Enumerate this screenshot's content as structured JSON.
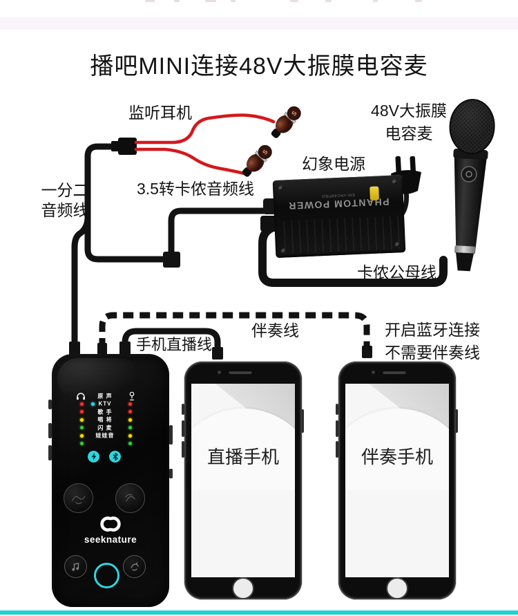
{
  "page": {
    "title": "播吧MINI连接48V大振膜电容麦"
  },
  "labels": {
    "monitor_headphones": "监听耳机",
    "condenser_mic_line1": "48V大振膜",
    "condenser_mic_line2": "电容麦",
    "phantom_power": "幻象电源",
    "splitter_line1": "一分二",
    "splitter_line2": "音频线",
    "trs_to_xlr_cable": "3.5转卡侬音频线",
    "xlr_male_female_cable": "卡侬公母线",
    "accompaniment_cable": "伴奏线",
    "phone_live_cable": "手机直播线",
    "bluetooth_line1": "开启蓝牙连接",
    "bluetooth_line2": "不需要伴奏线"
  },
  "phantom_box": {
    "title": "PHANTOM POWER",
    "model": "EM-VAC48PRO"
  },
  "device": {
    "brand": "seeknature",
    "rows": [
      {
        "label": "原 声",
        "type": "icons"
      },
      {
        "label": "KTV",
        "led": "red",
        "selected": true
      },
      {
        "label": "歌 手",
        "led": "red"
      },
      {
        "label": "唱 将",
        "led": "yellow"
      },
      {
        "label": "闪 麦",
        "led": "green"
      },
      {
        "label": "娃娃音",
        "led": "yellow"
      },
      {
        "label": "",
        "led": "green"
      }
    ]
  },
  "phones": [
    {
      "label": "直播手机"
    },
    {
      "label": "伴奏手机"
    }
  ],
  "earbuds": {
    "logo": "S"
  },
  "colors": {
    "accent_cyan": "#2ed7de",
    "bottom_bar": "#1ed3d0",
    "cable_black": "#121212",
    "cable_red": "#d4181c",
    "led_red": "#ff3030",
    "led_yellow": "#ffe000",
    "led_green": "#32d232",
    "selected_dot_cyan": "#2ad4e8",
    "phantom_button_yellow": "#e8c61f"
  }
}
